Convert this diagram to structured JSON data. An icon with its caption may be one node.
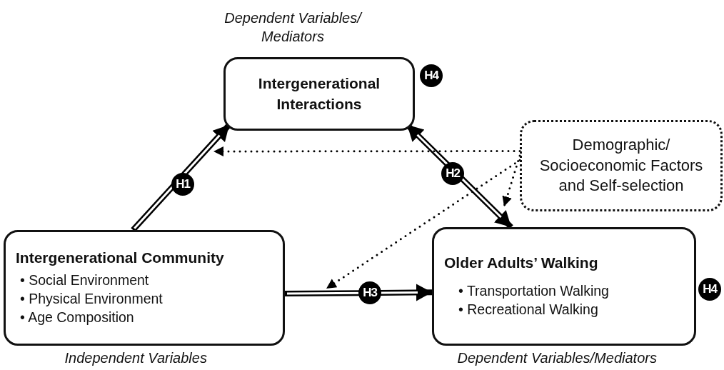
{
  "diagram": {
    "nodes": [
      {
        "text": [
          "Intergenerational Interactions"
        ],
        "beside": [
          "Dependent Variables/ Mediators",
          "H4"
        ]
      },
      {
        "text": [
          "Intergenerational Community",
          "• Social Environment",
          "• Physical Environment",
          "• Age Composition"
        ],
        "beside": [
          "Independent Variables"
        ]
      },
      {
        "text": [
          "Older Adults’ Walking",
          "• Transportation Walking",
          "• Recreational Walking"
        ],
        "beside": [
          "Dependent Variables/Mediators",
          "H4"
        ]
      },
      {
        "text": [
          "Demographic/ Socioeconomic Factors and Self-selection"
        ]
      }
    ],
    "edges": [
      {
        "from": 1,
        "to": 0,
        "arrow": "to",
        "label": "H1",
        "style": "thick"
      },
      {
        "from": 0,
        "to": 2,
        "arrow": "both",
        "label": "H2",
        "style": "thick"
      },
      {
        "from": 1,
        "to": 2,
        "arrow": "to",
        "label": "H3",
        "style": "thick"
      },
      {
        "from": 3,
        "to": null,
        "arrow": "to",
        "style": "dashed"
      },
      {
        "from": 3,
        "to": null,
        "arrow": "to",
        "style": "dashed"
      },
      {
        "from": 3,
        "to": null,
        "arrow": "to",
        "style": "dashed"
      }
    ]
  }
}
